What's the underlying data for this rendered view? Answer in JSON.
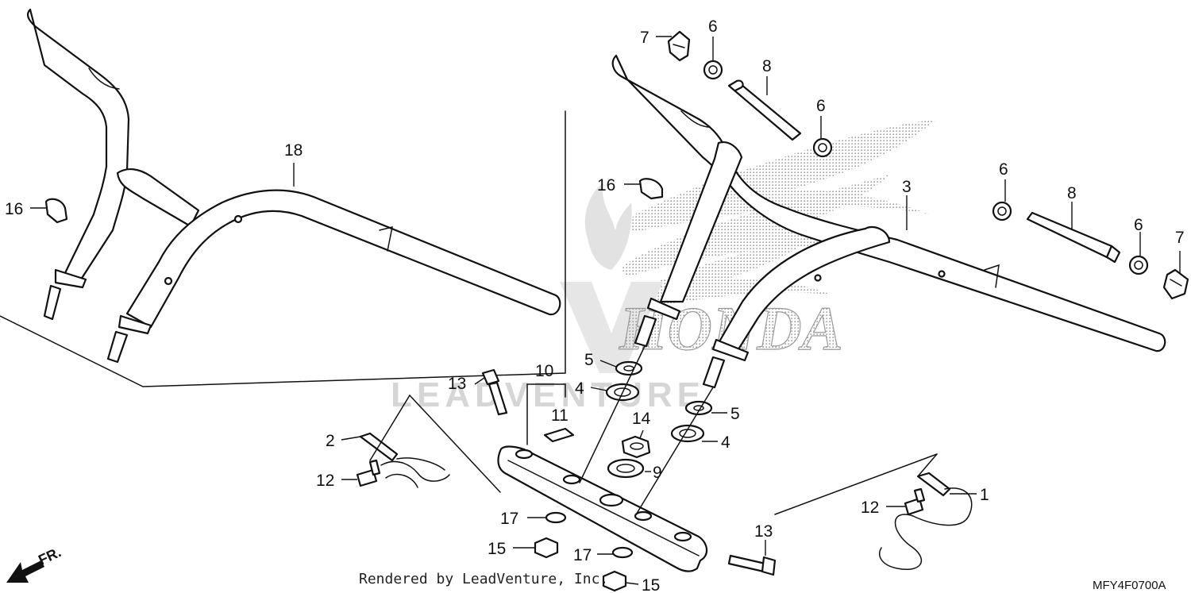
{
  "watermark": {
    "brand": "HONDA",
    "vendor": "LEADVENTURE"
  },
  "callouts": [
    {
      "id": "c18",
      "label": "18"
    },
    {
      "id": "c16a",
      "label": "16"
    },
    {
      "id": "c16b",
      "label": "16"
    },
    {
      "id": "c7a",
      "label": "7"
    },
    {
      "id": "c7b",
      "label": "7"
    },
    {
      "id": "c6a",
      "label": "6"
    },
    {
      "id": "c6b",
      "label": "6"
    },
    {
      "id": "c6c",
      "label": "6"
    },
    {
      "id": "c6d",
      "label": "6"
    },
    {
      "id": "c8a",
      "label": "8"
    },
    {
      "id": "c8b",
      "label": "8"
    },
    {
      "id": "c3",
      "label": "3"
    },
    {
      "id": "c5a",
      "label": "5"
    },
    {
      "id": "c5b",
      "label": "5"
    },
    {
      "id": "c4a",
      "label": "4"
    },
    {
      "id": "c4b",
      "label": "4"
    },
    {
      "id": "c10",
      "label": "10"
    },
    {
      "id": "c11",
      "label": "11"
    },
    {
      "id": "c13a",
      "label": "13"
    },
    {
      "id": "c13b",
      "label": "13"
    },
    {
      "id": "c14",
      "label": "14"
    },
    {
      "id": "c9",
      "label": "9"
    },
    {
      "id": "c2",
      "label": "2"
    },
    {
      "id": "c12a",
      "label": "12"
    },
    {
      "id": "c12b",
      "label": "12"
    },
    {
      "id": "c1",
      "label": "1"
    },
    {
      "id": "c17a",
      "label": "17"
    },
    {
      "id": "c17b",
      "label": "17"
    },
    {
      "id": "c15a",
      "label": "15"
    },
    {
      "id": "c15b",
      "label": "15"
    }
  ],
  "direction_label": "FR.",
  "credit": "Rendered by LeadVenture, Inc.",
  "diagram_code": "MFY4F0700A"
}
